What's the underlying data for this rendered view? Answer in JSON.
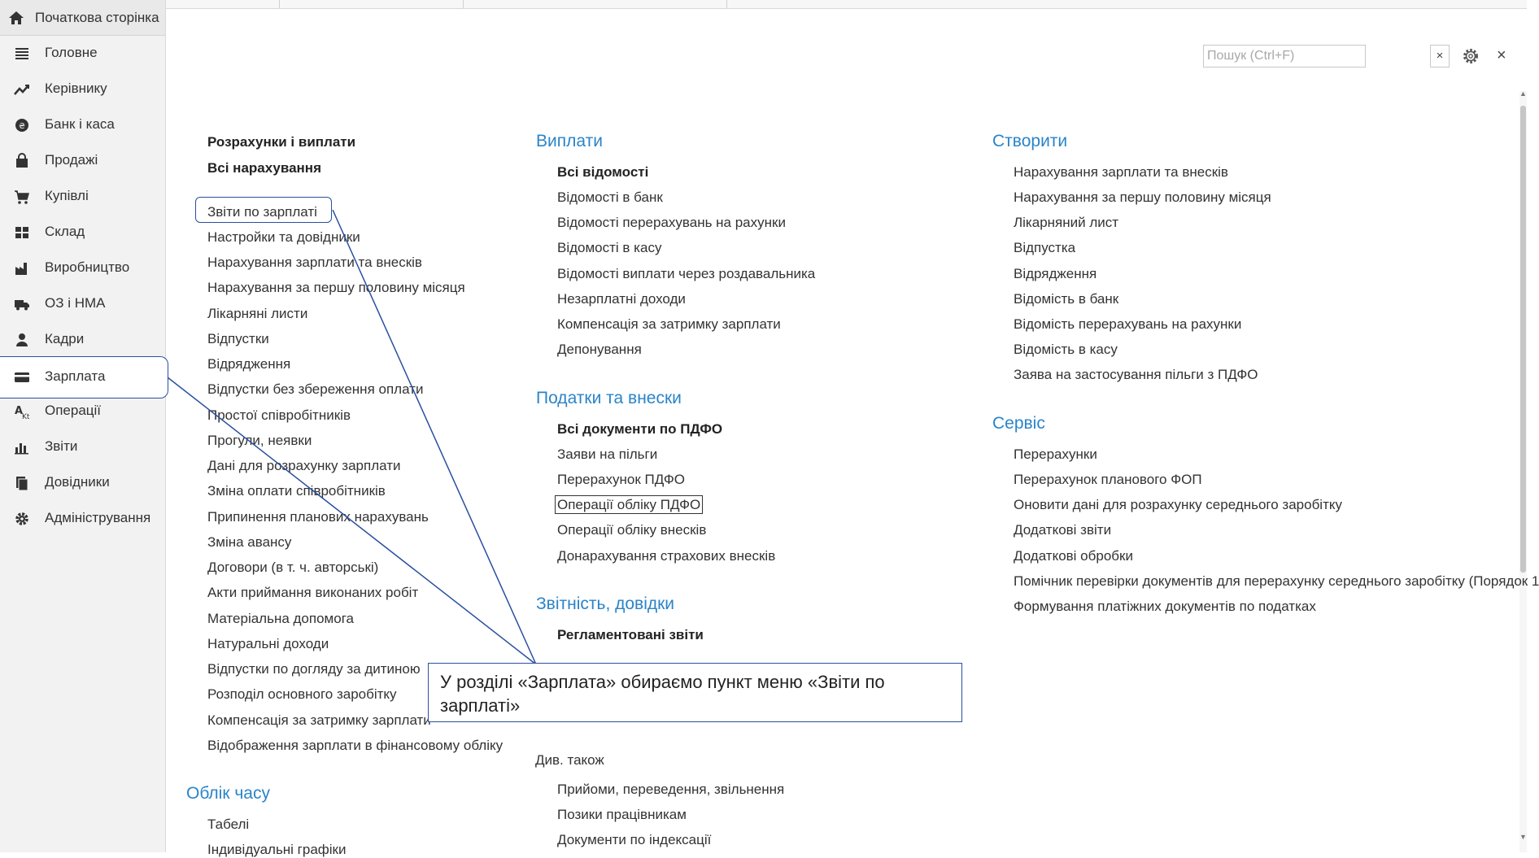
{
  "sidebar": {
    "home": "Початкова сторінка",
    "items": [
      {
        "label": "Головне",
        "icon": "menu-icon"
      },
      {
        "label": "Керівнику",
        "icon": "trend-icon"
      },
      {
        "label": "Банк і каса",
        "icon": "coin-icon"
      },
      {
        "label": "Продажі",
        "icon": "bag-icon"
      },
      {
        "label": "Купівлі",
        "icon": "cart-icon"
      },
      {
        "label": "Склад",
        "icon": "warehouse-icon"
      },
      {
        "label": "Виробництво",
        "icon": "factory-icon"
      },
      {
        "label": "ОЗ і НМА",
        "icon": "truck-icon"
      },
      {
        "label": "Кадри",
        "icon": "person-icon"
      },
      {
        "label": "Зарплата",
        "icon": "card-icon"
      },
      {
        "label": "Операції",
        "icon": "operations-icon"
      },
      {
        "label": "Звіти",
        "icon": "chart-icon"
      },
      {
        "label": "Довідники",
        "icon": "books-icon"
      },
      {
        "label": "Адміністрування",
        "icon": "gear-icon"
      }
    ]
  },
  "toolbar": {
    "search_placeholder": "Пошук (Ctrl+F)",
    "clear": "×",
    "close": "×"
  },
  "col1": {
    "bold": [
      "Розрахунки і виплати",
      "Всі нарахування"
    ],
    "items": [
      "Звіти по зарплаті",
      "Настройки та довідники",
      "Нарахування зарплати та внесків",
      "Нарахування за першу половину місяця",
      "Лікарняні листи",
      "Відпустки",
      "Відрядження",
      "Відпустки без збереження оплати",
      "Простої співробітників",
      "Прогули, неявки",
      "Дані для розрахунку зарплати",
      "Зміна оплати співробітників",
      "Припинення планових нарахувань",
      "Зміна авансу",
      "Договори (в т. ч. авторські)",
      "Акти приймання виконаних робіт",
      "Матеріальна допомога",
      "Натуральні доходи",
      "Відпустки по догляду за дитиною",
      "Розподіл основного заробітку",
      "Компенсація за затримку зарплати",
      "Відображення зарплати в фінансовому обліку"
    ],
    "section2_title": "Облік часу",
    "section2_items": [
      "Табелі",
      "Індивідуальні графіки"
    ]
  },
  "col2": {
    "viplaty_title": "Виплати",
    "viplaty_bold": "Всі відомості",
    "viplaty_items": [
      "Відомості в банк",
      "Відомості перерахувань на рахунки",
      "Відомості в касу",
      "Відомості виплати через роздавальника",
      "Незарплатні доходи",
      "Компенсація за затримку зарплати",
      "Депонування"
    ],
    "podatky_title": "Податки та внески",
    "podatky_bold": "Всі документи по ПДФО",
    "podatky_items": [
      "Заяви на пільги",
      "Перерахунок ПДФО",
      "Операції обліку ПДФО",
      "Операції обліку внесків",
      "Донарахування страхових внесків"
    ],
    "zvitnist_title": "Звітність, довідки",
    "zvitnist_bold": "Регламентовані звіти",
    "see_also_label": "Див. також",
    "see_also_items": [
      "Прийоми, переведення, звільнення",
      "Позики працівникам",
      "Документи по індексації"
    ]
  },
  "col3": {
    "stvoryty_title": "Створити",
    "stvoryty_items": [
      "Нарахування зарплати та внесків",
      "Нарахування за першу половину місяця",
      "Лікарняний лист",
      "Відпустка",
      "Відрядження",
      "Відомість в банк",
      "Відомість перерахувань на рахунки",
      "Відомість в касу",
      "Заява на застосування пільги з ПДФО"
    ],
    "servis_title": "Сервіс",
    "servis_items": [
      "Перерахунки",
      "Перерахунок планового ФОП",
      "Оновити дані для розрахунку середнього заробітку",
      "Додаткові звіти",
      "Додаткові обробки",
      "Помічник перевірки документів для перерахунку середнього заробітку (Порядок 1",
      "Формування платіжних документів по податках"
    ]
  },
  "callout": {
    "text": "У розділі «Зарплата» обираємо пункт меню «Звіти по зарплаті»"
  },
  "colors": {
    "accent_blue": "#2a84c8",
    "annotation_blue": "#2a4fa0"
  }
}
